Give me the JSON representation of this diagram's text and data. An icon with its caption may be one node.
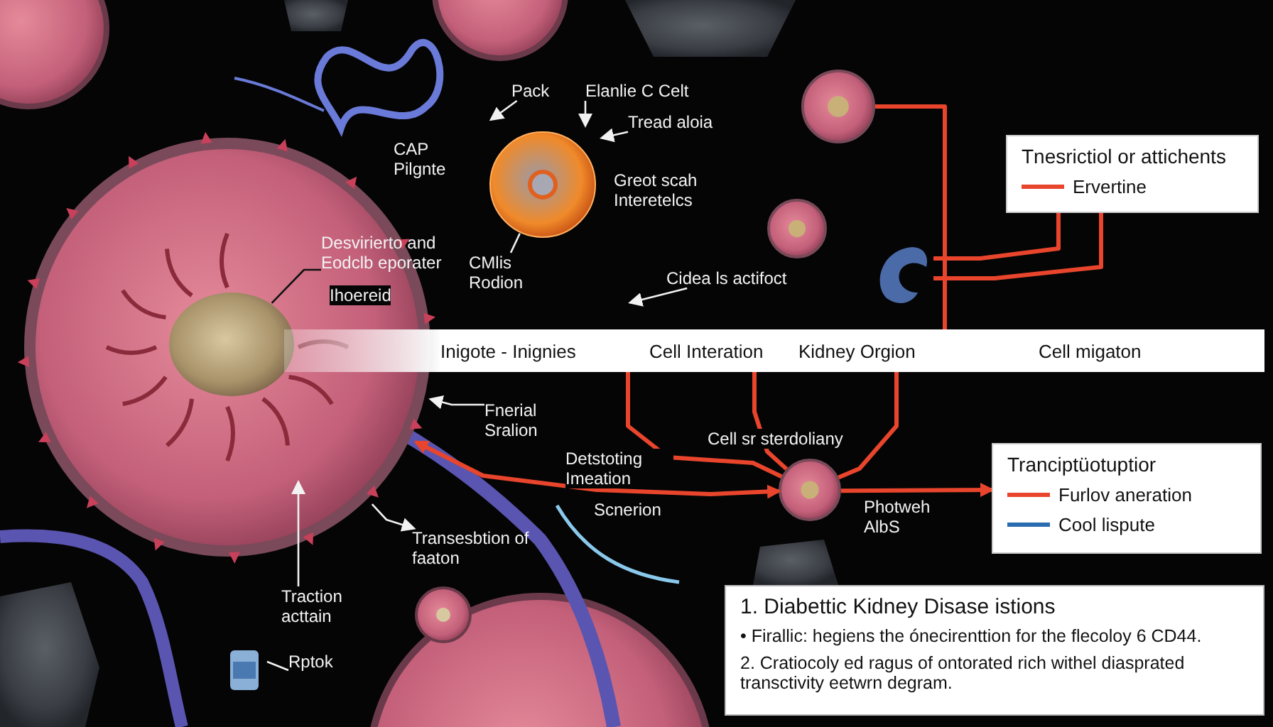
{
  "diagram": {
    "nodes": [
      {
        "text": [],
        "shape": "circle"
      },
      {
        "text": [],
        "shape": "circle"
      },
      {
        "text": [],
        "shape": "circle"
      },
      {
        "text": [],
        "shape": "circle"
      },
      {
        "text": [],
        "shape": "circle"
      },
      {
        "text": [
          "Tnesrictiol or attichents"
        ]
      },
      {
        "text": [
          "Tranciptüotuptior"
        ]
      },
      {
        "text": [
          "Inigote - Inignies",
          "Cell Interation",
          "Kidney Orgion",
          "Cell migaton"
        ]
      },
      {
        "text": [
          "1. Diabettic  Kidney Disase istions",
          "• Firallic: hegiens the ónecirenttion for the flecoloy 6 CD44.",
          "2. Cratiocoly ed ragus of ontorated rich withel diasprated transctivity eetwrn degram."
        ]
      },
      {
        "text": [],
        "shape": "picture"
      },
      {
        "text": [
          "Pack"
        ]
      },
      {
        "text": [
          "Elanlie C Celt"
        ]
      },
      {
        "text": [
          "Tread aloia"
        ]
      },
      {
        "text": [
          "CMlis Rodion"
        ]
      },
      {
        "text": [
          "Desvirierto and Eodclb eporater"
        ]
      },
      {
        "text": [
          "Cidea ls actifoct"
        ]
      },
      {
        "text": [
          "Fnerial Sralion"
        ]
      },
      {
        "text": [
          "Transesbtion of faaton"
        ]
      },
      {
        "text": [
          "Traction acttain"
        ]
      },
      {
        "text": [
          "Rptok"
        ]
      },
      {
        "text": [],
        "shape": "picture"
      },
      {
        "text": [],
        "shape": "circle",
        "in": 0
      }
    ],
    "edges": [
      {
        "from": 0,
        "to": 4,
        "arrow": "both",
        "style": "thick",
        "color": "#e8452c"
      },
      {
        "from": 4,
        "to": 6,
        "arrow": "to",
        "style": "thick",
        "color": "#e8452c"
      },
      {
        "from": 2,
        "to": 7,
        "arrow": "none",
        "style": "thick",
        "color": "#e8452c"
      },
      {
        "from": 7,
        "to": 4,
        "arrow": "none",
        "style": "thick",
        "color": "#e8452c"
      },
      {
        "from": 7,
        "to": 4,
        "arrow": "none",
        "style": "thick",
        "color": "#e8452c"
      },
      {
        "from": 7,
        "to": 4,
        "arrow": "none",
        "style": "thick",
        "color": "#e8452c"
      },
      {
        "from": 9,
        "to": 5,
        "arrow": "none",
        "style": "thick",
        "color": "#e8452c"
      },
      {
        "from": 9,
        "to": 5,
        "arrow": "none",
        "style": "thick",
        "color": "#e8452c"
      },
      {
        "from": 10,
        "to": null,
        "arrow": "to"
      },
      {
        "from": 11,
        "to": null,
        "arrow": "to"
      },
      {
        "from": 12,
        "to": null,
        "arrow": "to"
      },
      {
        "from": 13,
        "to": 1,
        "arrow": "none"
      },
      {
        "from": 14,
        "to": 21,
        "arrow": "none",
        "color": "#111111"
      },
      {
        "from": 15,
        "to": null,
        "arrow": "to"
      },
      {
        "from": 16,
        "to": 0,
        "arrow": "to"
      },
      {
        "from": 0,
        "to": 17,
        "arrow": "to"
      },
      {
        "from": 18,
        "to": null,
        "arrow": "to"
      },
      {
        "from": 19,
        "to": 20,
        "arrow": "none"
      }
    ],
    "labels": [
      "CAP Pilgnte",
      "Greot scah Interetelcs",
      "Ihoereid",
      "Cell sr sterdoliany",
      "Detstoting Imeation",
      "Scnerion",
      "Photweh AlbS"
    ],
    "legend": [
      {
        "text": "Ervertine",
        "color": "#e8452c"
      },
      {
        "text": "Furlov aneration",
        "color": "#e8452c"
      },
      {
        "text": "Cool lispute",
        "color": "#2a6cb0"
      }
    ]
  }
}
